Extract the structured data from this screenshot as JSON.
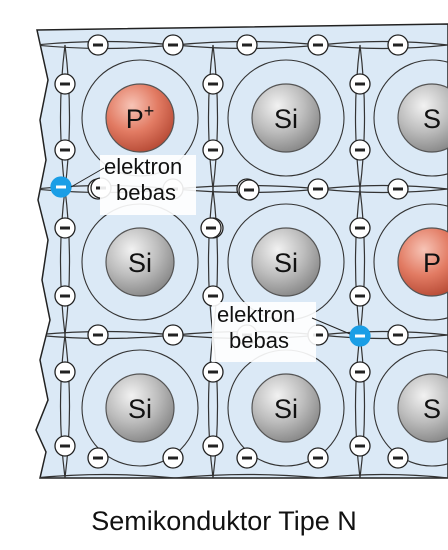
{
  "caption": "Semikonduktor Tipe N",
  "labels": {
    "free_electron_1": [
      "elektron",
      "bebas"
    ],
    "free_electron_2": [
      "elektron",
      "bebas"
    ]
  },
  "atoms": [
    {
      "row": 0,
      "col": 0,
      "label": "P",
      "sup": "+",
      "kind": "dopant"
    },
    {
      "row": 0,
      "col": 1,
      "label": "Si",
      "sup": "",
      "kind": "silicon"
    },
    {
      "row": 0,
      "col": 2,
      "label": "S",
      "sup": "",
      "kind": "silicon"
    },
    {
      "row": 1,
      "col": 0,
      "label": "Si",
      "sup": "",
      "kind": "silicon"
    },
    {
      "row": 1,
      "col": 1,
      "label": "Si",
      "sup": "",
      "kind": "silicon"
    },
    {
      "row": 1,
      "col": 2,
      "label": "P",
      "sup": "",
      "kind": "dopant"
    },
    {
      "row": 2,
      "col": 0,
      "label": "Si",
      "sup": "",
      "kind": "silicon"
    },
    {
      "row": 2,
      "col": 1,
      "label": "Si",
      "sup": "",
      "kind": "silicon"
    },
    {
      "row": 2,
      "col": 2,
      "label": "S",
      "sup": "",
      "kind": "silicon"
    }
  ],
  "electron_symbol": "−",
  "colors": {
    "lattice_bg": "#dbe9f6",
    "lattice_border": "#222222",
    "silicon_fill": "#b9b9b9",
    "dopant_fill": "#e0735f",
    "electron_fill": "#ffffff",
    "free_electron_fill": "#1a9ee6",
    "bond_line": "#333333"
  }
}
